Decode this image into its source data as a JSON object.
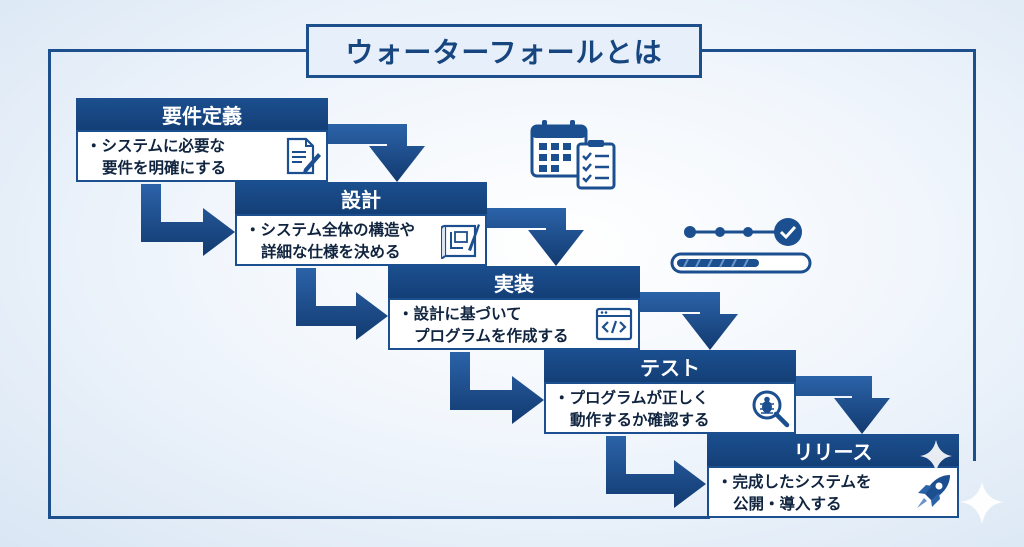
{
  "title": "ウォーターフォールとは",
  "steps": [
    {
      "name": "要件定義",
      "line1": "・システムに必要な",
      "line2": "要件を明確にする",
      "icon": "document-pencil-icon"
    },
    {
      "name": "設計",
      "line1": "・システム全体の構造や",
      "line2": "詳細な仕様を決める",
      "icon": "blueprint-icon"
    },
    {
      "name": "実装",
      "line1": "・設計に基づいて",
      "line2": "プログラムを作成する",
      "icon": "code-window-icon"
    },
    {
      "name": "テスト",
      "line1": "・プログラムが正しく",
      "line2": "動作するか確認する",
      "icon": "bug-magnifier-icon"
    },
    {
      "name": "リリース",
      "line1": "・完成したシステムを",
      "line2": "公開・導入する",
      "icon": "rocket-icon"
    }
  ],
  "decorations": [
    "calendar-checklist-icon",
    "progress-bar-icon",
    "sparkle-icon"
  ],
  "colors": {
    "primary": "#1b4f8f",
    "dark": "#143f77",
    "background": "#eef4fb"
  }
}
